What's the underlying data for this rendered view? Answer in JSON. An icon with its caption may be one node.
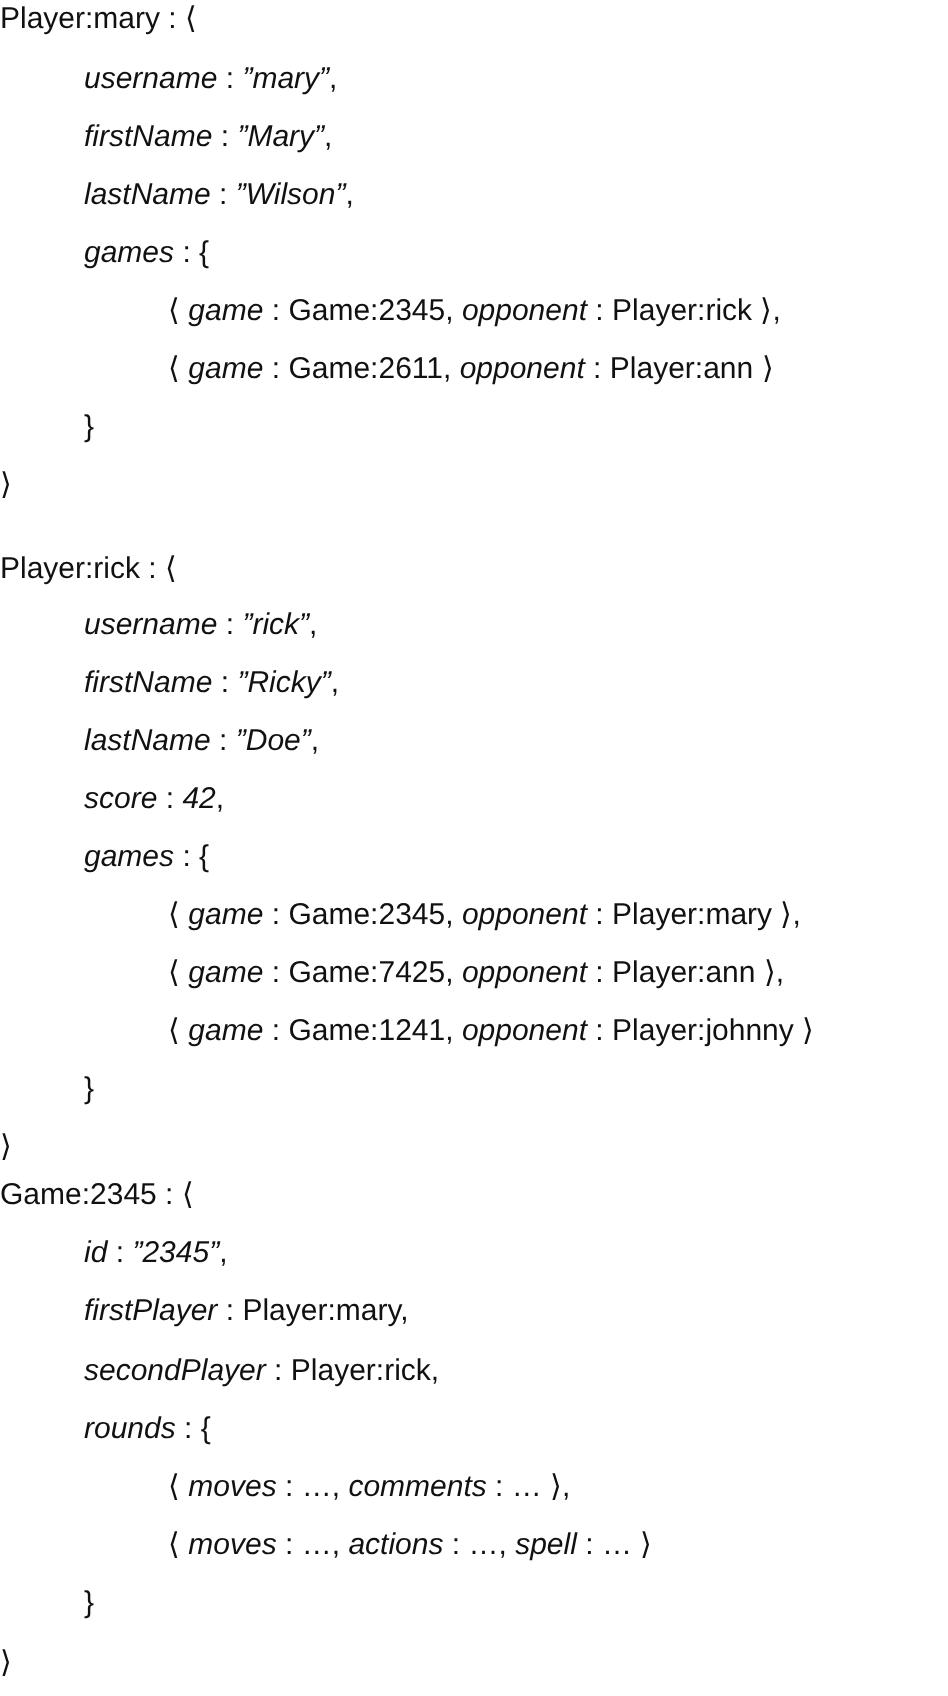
{
  "diagram": {
    "labels": [
      "Player:mary : ⟨",
      "*username* : *”mary”*,",
      "*firstName* : *”Mary”*,",
      "*lastName* : *”Wilson”*,",
      "*games* : {",
      "⟨ *game* : Game:2345, *opponent* : Player:rick ⟩,",
      "⟨ *game* : Game:2611, *opponent* : Player:ann ⟩",
      "}",
      "⟩",
      "Player:rick : ⟨",
      "*username* : *”rick”*,",
      "*firstName* : *”Ricky”*,",
      "*lastName* : *”Doe”*,",
      "*score* : *42*,",
      "*games* : {",
      "⟨ *game* : Game:2345, *opponent* : Player:mary ⟩,",
      "⟨ *game* : Game:7425, *opponent* : Player:ann ⟩,",
      "⟨ *game* : Game:1241, *opponent* : Player:johnny ⟩",
      "}",
      "⟩",
      "Game:2345 : ⟨",
      "*id* : *”2345”*,",
      "*firstPlayer* : Player:mary,",
      "*secondPlayer* : Player:rick,",
      "*rounds* : {",
      "⟨ *moves* : …, *comments* : … ⟩,",
      "⟨ *moves* : …, *actions* : …, *spell* : … ⟩",
      "}",
      "⟩"
    ]
  }
}
